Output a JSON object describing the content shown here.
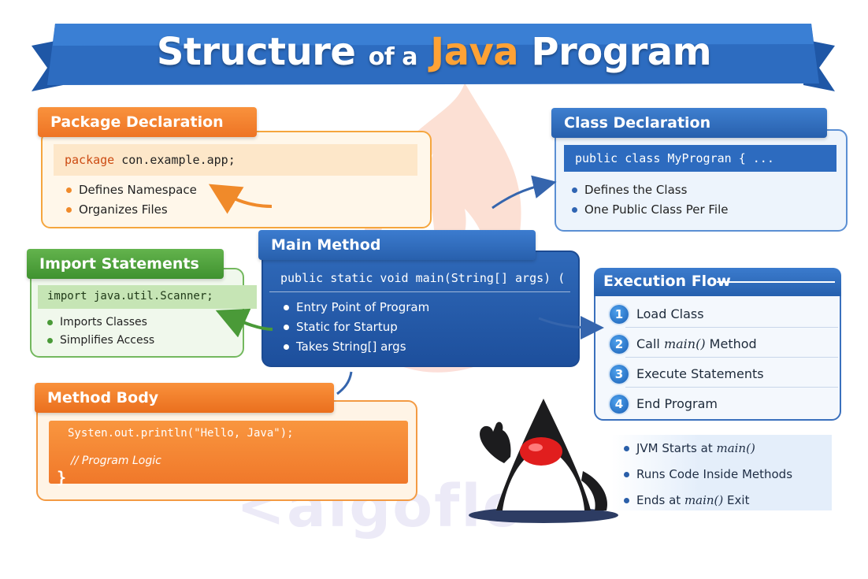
{
  "title": {
    "part1": "Structure",
    "part2": "of a",
    "part3": "Java",
    "part4": "Program"
  },
  "watermark": "<algoflo",
  "package_section": {
    "header": "Package Declaration",
    "code_keyword": "package",
    "code_rest": " con.example.app;",
    "bullets": [
      "Defines Namespace",
      "Organizes Files"
    ]
  },
  "class_section": {
    "header": "Class Declaration",
    "code": "public class MyProgran {  ...",
    "bullets": [
      "Defines the Class",
      "One Public Class Per File"
    ]
  },
  "import_section": {
    "header": "Import Statements",
    "code": "import java.util.Scanner;",
    "bullets": [
      "Imports Classes",
      "Simplifies Access"
    ]
  },
  "main_section": {
    "header": "Main Method",
    "code": "public static void main(String[] args) (",
    "bullets": [
      "Entry Point of Program",
      "Static for Startup",
      "Takes String[] args"
    ]
  },
  "body_section": {
    "header": "Method Body",
    "line1": "Systen.out.println(\"Hello, Java\");",
    "line2": "// Program Logic",
    "brace": "}"
  },
  "flow_section": {
    "header": "Execution Flow",
    "steps": [
      {
        "num": "1",
        "label": "Load Class"
      },
      {
        "num": "2",
        "label_pre": "Call ",
        "label_em": "main()",
        "label_post": " Method"
      },
      {
        "num": "3",
        "label": "Execute Statements"
      },
      {
        "num": "4",
        "label": "End Program"
      }
    ]
  },
  "notes": {
    "n1_pre": "JVM Starts at ",
    "n1_em": "main()",
    "n2": "Runs Code Inside Methods",
    "n3_pre": "Ends at ",
    "n3_em": "main()",
    "n3_post": " Exit"
  },
  "colors": {
    "banner_blue": "#2a66b8",
    "java_orange": "#ffa235",
    "package_orange": "#f08a2a",
    "import_green": "#4a9a38",
    "main_blue": "#1d4f9c"
  }
}
